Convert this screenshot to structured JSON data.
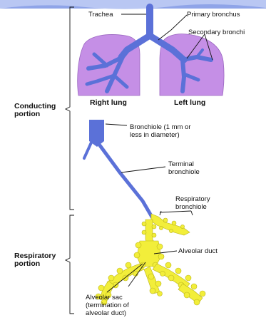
{
  "regions": {
    "conducting": [
      "Conducting",
      "portion"
    ],
    "respiratory": [
      "Respiratory",
      "portion"
    ]
  },
  "labels": {
    "trachea": "Trachea",
    "primary_bronchus": "Primary bronchus",
    "secondary_bronchi": "Secondary bronchi",
    "right_lung": "Right lung",
    "left_lung": "Left lung",
    "bronchiole": [
      "Bronchiole (1 mm or",
      "less in diameter)"
    ],
    "terminal_bronchiole": [
      "Terminal",
      "bronchiole"
    ],
    "respiratory_bronchiole": [
      "Respiratory",
      "bronchiole"
    ],
    "alveolar_duct": "Alveolar duct",
    "alveolar_sac": [
      "Alveolar sac",
      "(termination of",
      "alveolar duct)"
    ]
  },
  "colors": {
    "airway": "#5b71d8",
    "lung": "#c58fe6",
    "alveoli": "#f2ee3a",
    "header_band": "#8fa4e8"
  }
}
